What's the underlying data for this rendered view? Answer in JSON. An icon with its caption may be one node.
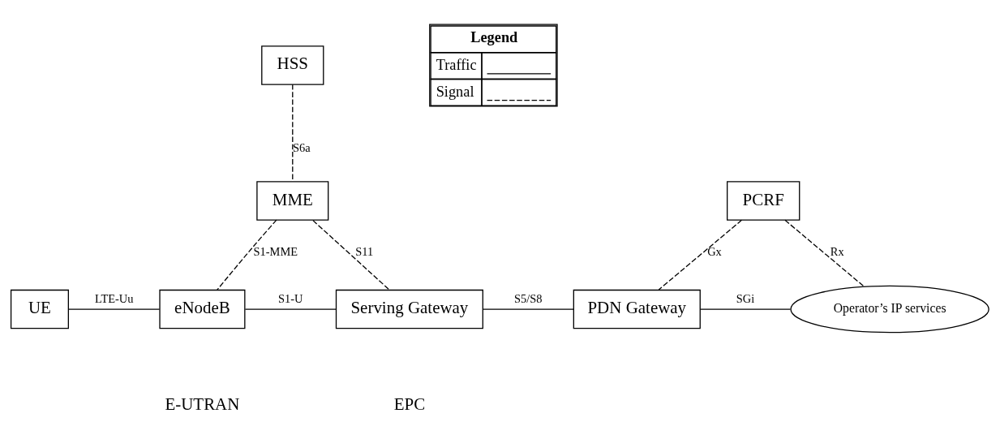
{
  "diagram": {
    "nodes": [
      {
        "text": [
          "UE"
        ]
      },
      {
        "text": [
          "eNodeB"
        ]
      },
      {
        "text": [
          "HSS"
        ]
      },
      {
        "text": [
          "MME"
        ]
      },
      {
        "text": [
          "Serving Gateway"
        ]
      },
      {
        "text": [
          "PCRF"
        ]
      },
      {
        "text": [
          "PDN Gateway"
        ]
      },
      {
        "text": [
          "Operator’s IP services"
        ]
      }
    ],
    "edges": [
      {
        "from": 0,
        "to": 1,
        "arrow": "none",
        "label": "LTE-Uu"
      },
      {
        "from": 2,
        "to": 3,
        "arrow": "none",
        "label": "S6a",
        "style": "dashed"
      },
      {
        "from": 3,
        "to": 1,
        "arrow": "none",
        "label": "S1-MME",
        "style": "dashed"
      },
      {
        "from": 3,
        "to": 4,
        "arrow": "none",
        "label": "S11",
        "style": "dashed"
      },
      {
        "from": 1,
        "to": 4,
        "arrow": "none",
        "label": "S1-U"
      },
      {
        "from": 4,
        "to": 6,
        "arrow": "none",
        "label": "S5/S8"
      },
      {
        "from": 5,
        "to": 6,
        "arrow": "none",
        "label": "Gx",
        "style": "dashed"
      },
      {
        "from": 5,
        "to": 7,
        "arrow": "none",
        "label": "Rx",
        "style": "dashed"
      },
      {
        "from": 6,
        "to": 7,
        "arrow": "none",
        "label": "SGi"
      }
    ],
    "labels": [
      "Legend",
      "E-UTRAN",
      "EPC"
    ],
    "legend": [
      {
        "text": "Traffic"
      },
      {
        "text": "Signal"
      }
    ]
  }
}
